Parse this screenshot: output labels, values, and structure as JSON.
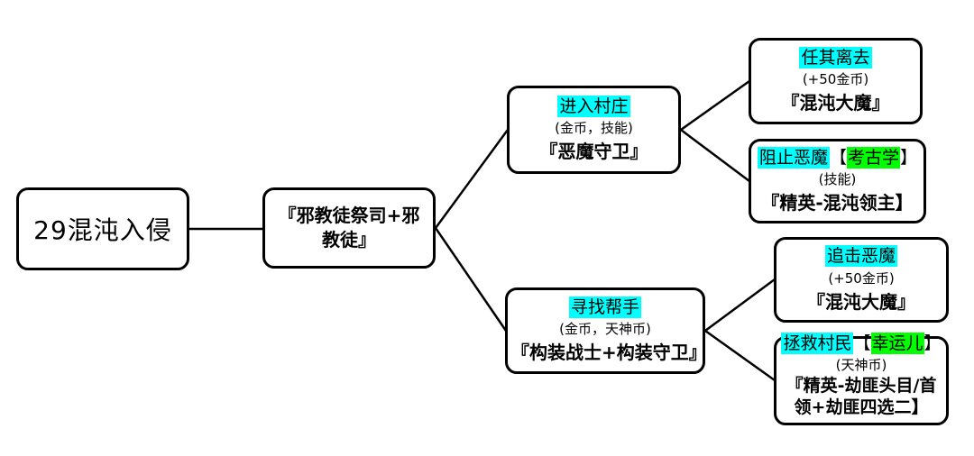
{
  "colors": {
    "background": "#ffffff",
    "box_border": "#000000",
    "connector_line": "#000000",
    "text": "#000000",
    "highlight_cyan": "#00ffff",
    "highlight_green": "#00ff00"
  },
  "diagram": {
    "type": "flowchart",
    "nodes": {
      "start": {
        "label": "29混沌入侵"
      },
      "encounter": {
        "label": "『邪教徒祭司+邪教徒』"
      },
      "choice_a": {
        "title": "进入村庄",
        "title_highlight": "cyan",
        "reward": "(金币，技能)",
        "enemy": "『恶魔守卫』"
      },
      "choice_b": {
        "title": "寻找帮手",
        "title_highlight": "cyan",
        "reward": "(金币，天神币)",
        "enemy": "『构装战士+构装守卫』"
      },
      "outcome_a1": {
        "title": "任其离去",
        "title_highlight": "cyan",
        "reward": "(+50金币)",
        "enemy": "『混沌大魔』"
      },
      "outcome_a2": {
        "title_segments": [
          {
            "text": "阻止恶魔",
            "highlight": "cyan"
          },
          {
            "text": "【",
            "highlight": "none"
          },
          {
            "text": "考古学",
            "highlight": "green"
          },
          {
            "text": "】",
            "highlight": "none"
          }
        ],
        "reward": "(技能)",
        "enemy": "『精英-混沌领主】"
      },
      "outcome_b1": {
        "title": "追击恶魔",
        "title_highlight": "cyan",
        "reward": "(+50金币)",
        "enemy": "『混沌大魔』"
      },
      "outcome_b2": {
        "title_segments": [
          {
            "text": "拯救村民",
            "highlight": "cyan"
          },
          {
            "text": "【",
            "highlight": "none"
          },
          {
            "text": "幸运儿",
            "highlight": "green"
          },
          {
            "text": "】",
            "highlight": "none"
          }
        ],
        "reward": "(天神币)",
        "enemy": "『精英-劫匪头目/首领+劫匪四选二】"
      }
    },
    "edges": [
      {
        "from": "start",
        "to": "encounter"
      },
      {
        "from": "encounter",
        "to": "choice_a"
      },
      {
        "from": "encounter",
        "to": "choice_b"
      },
      {
        "from": "choice_a",
        "to": "outcome_a1"
      },
      {
        "from": "choice_a",
        "to": "outcome_a2"
      },
      {
        "from": "choice_b",
        "to": "outcome_b1"
      },
      {
        "from": "choice_b",
        "to": "outcome_b2"
      }
    ]
  }
}
